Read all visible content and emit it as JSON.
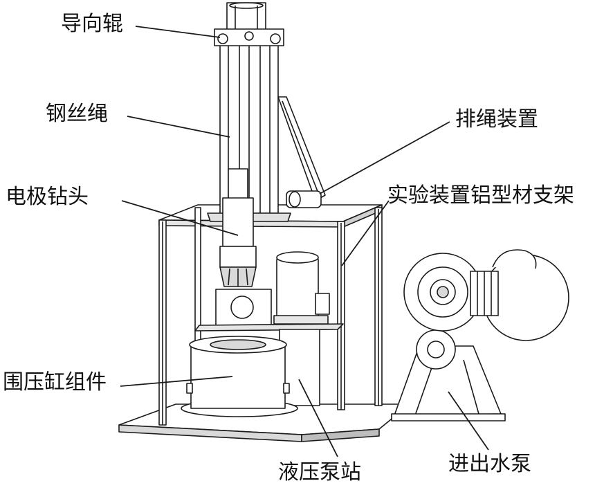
{
  "labels": {
    "guide_roller": "导向辊",
    "wire_rope": "钢丝绳",
    "electrode_drill": "电极钻头",
    "spooling_device": "排绳装置",
    "frame": "实验装置铝型材支架",
    "confining_cylinder": "围压缸组件",
    "hydraulic_station": "液压泵站",
    "water_pump": "进出水泵"
  },
  "colors": {
    "line": "#1a1a1a",
    "fill": "#ffffff",
    "shade": "#d9d9d9"
  }
}
